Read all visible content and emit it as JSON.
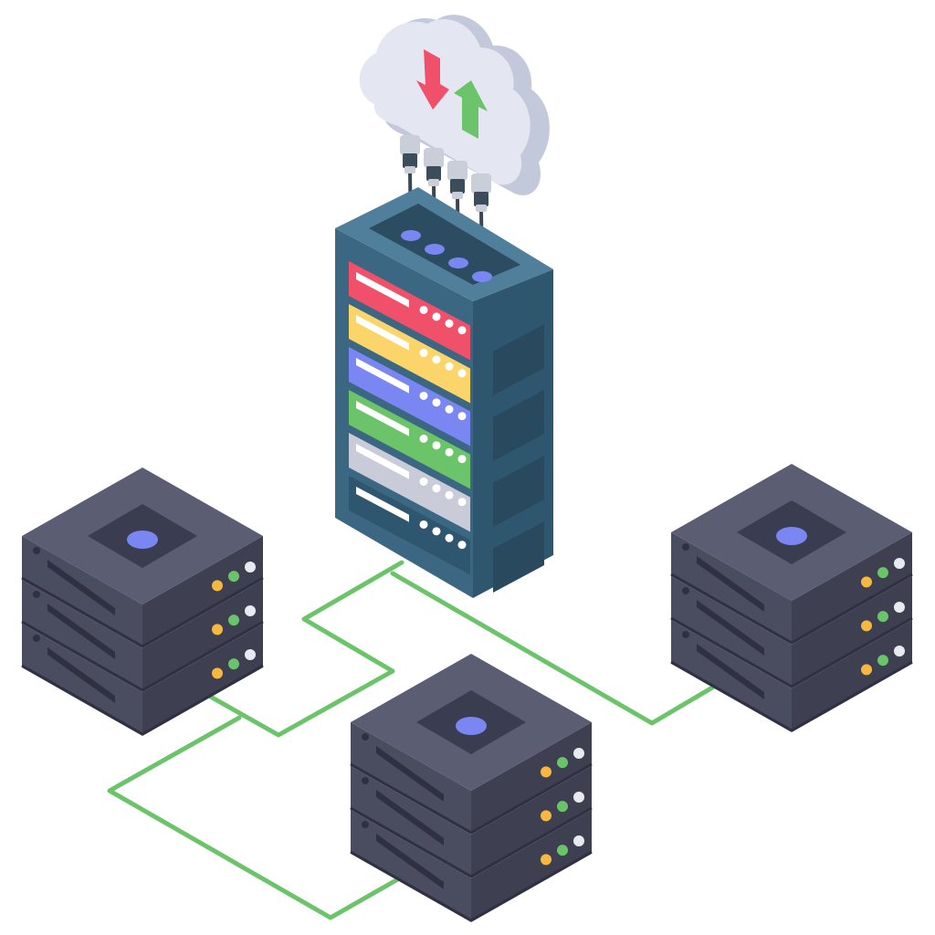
{
  "palette": {
    "background": "#ffffff",
    "cable": "#6cc46a",
    "cloud_front": "#e4e7f2",
    "cloud_side": "#c3c8db",
    "cloud_shadow": "#d3d7e6",
    "arrow_down": "#f1506a",
    "arrow_up": "#6cc46a",
    "rack_front": "#3c6782",
    "rack_side": "#2f566f",
    "rack_top": "#4f7f9b",
    "rack_top_inner": "#2b4c61",
    "port": "#7a87f2",
    "plug_body": "#c9ced9",
    "plug_dark": "#3b4c5a",
    "wire": "#3b4754",
    "server_top": "#5b5d73",
    "server_top_inner": "#3a3c4f",
    "server_front": "#4a4c5f",
    "server_side": "#3e4052",
    "server_dark": "#2f3142",
    "led_yellow": "#f5b942",
    "led_green": "#6cc46a",
    "led_white": "#e8eaf2"
  },
  "rack_units": [
    {
      "name": "unit-red",
      "color": "#f1506a"
    },
    {
      "name": "unit-yellow",
      "color": "#fcd56a"
    },
    {
      "name": "unit-blue",
      "color": "#7a87f2"
    },
    {
      "name": "unit-green",
      "color": "#6cc46a"
    },
    {
      "name": "unit-gray",
      "color": "#c9ccd8"
    },
    {
      "name": "unit-dark",
      "color": "#2f566f"
    }
  ],
  "servers": [
    {
      "name": "server-left"
    },
    {
      "name": "server-center"
    },
    {
      "name": "server-right"
    }
  ],
  "icons": [
    "cloud-icon",
    "download-arrow-icon",
    "upload-arrow-icon",
    "server-rack-icon",
    "server-stack-icon",
    "network-cable-icon"
  ]
}
